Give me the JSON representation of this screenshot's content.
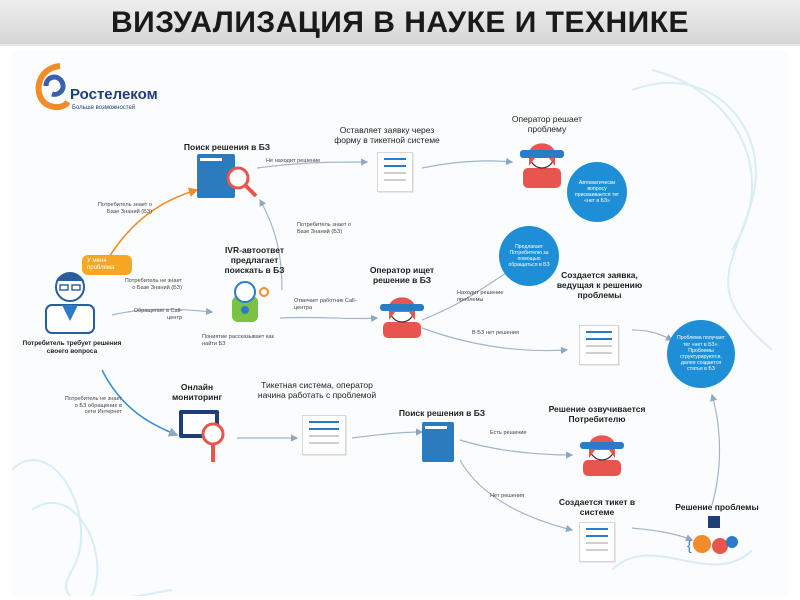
{
  "banner": {
    "title": "ВИЗУАЛИЗАЦИЯ В НАУКЕ И ТЕХНИКЕ"
  },
  "logo": {
    "name": "Ростелеком",
    "tagline": "Больше возможностей"
  },
  "consumer": {
    "bubble": "У меня проблема",
    "caption": "Потребитель требует решения своего вопроса"
  },
  "nodes": {
    "search_kb_top": "Поиск решения в БЗ",
    "ticket_form": "Оставляет заявку через форму в тикетной системе",
    "operator_solves": "Оператор решает проблему",
    "ivr": "IVR-автоответ предлагает поискать в БЗ",
    "operator_searches": "Оператор ищет решение в БЗ",
    "request_created": "Создается заявка, ведущая к решению проблемы",
    "online_monitoring": "Онлайн мониторинг",
    "ticket_system_start": "Тикетная система, оператор начина работать с проблемой",
    "search_kb_bottom": "Поиск решения в БЗ",
    "solution_voiced": "Решение озвучивается Потребителю",
    "ticket_created": "Создается тикет в системе",
    "problem_solved": "Решение проблемы"
  },
  "edges": {
    "knows_kb": "Потребитель знает о Базе Знаний (БЗ)",
    "not_found": "Не находит решение",
    "knows_kb_2": "Потребитель знает о Базе Знаний (БЗ)",
    "not_knows_kb": "Потребитель не знает о Базе Знаний (БЗ)",
    "call_center": "Обращение в Call-центр",
    "explains": "Пониятие рассказывает как найти БЗ",
    "answered_by": "Отвечает работник Call-центра",
    "finds_solution": "Находит решение проблемы",
    "not_in_kb": "В БЗ нет решения",
    "not_knows_internet": "Потребитель не знает о БЗ обращение в сети Интернет",
    "has_solution": "Есть решение",
    "no_solution": "Нет решения"
  },
  "bubbles": {
    "auto_answer": "Автоматически вопросу присваивается тег «нет в БЗ»",
    "suggest": "Предлагает Потребителю за помощью обращаться в БЗ",
    "structured": "Проблема получает тег «нет в БЗ». Проблемы структурируются, далее создается статья в БЗ"
  },
  "colors": {
    "accent_blue": "#1e8fd6",
    "brand_orange": "#f28c28",
    "banner_gray": "#e0e0e0",
    "dark_blue": "#1f3e78"
  }
}
